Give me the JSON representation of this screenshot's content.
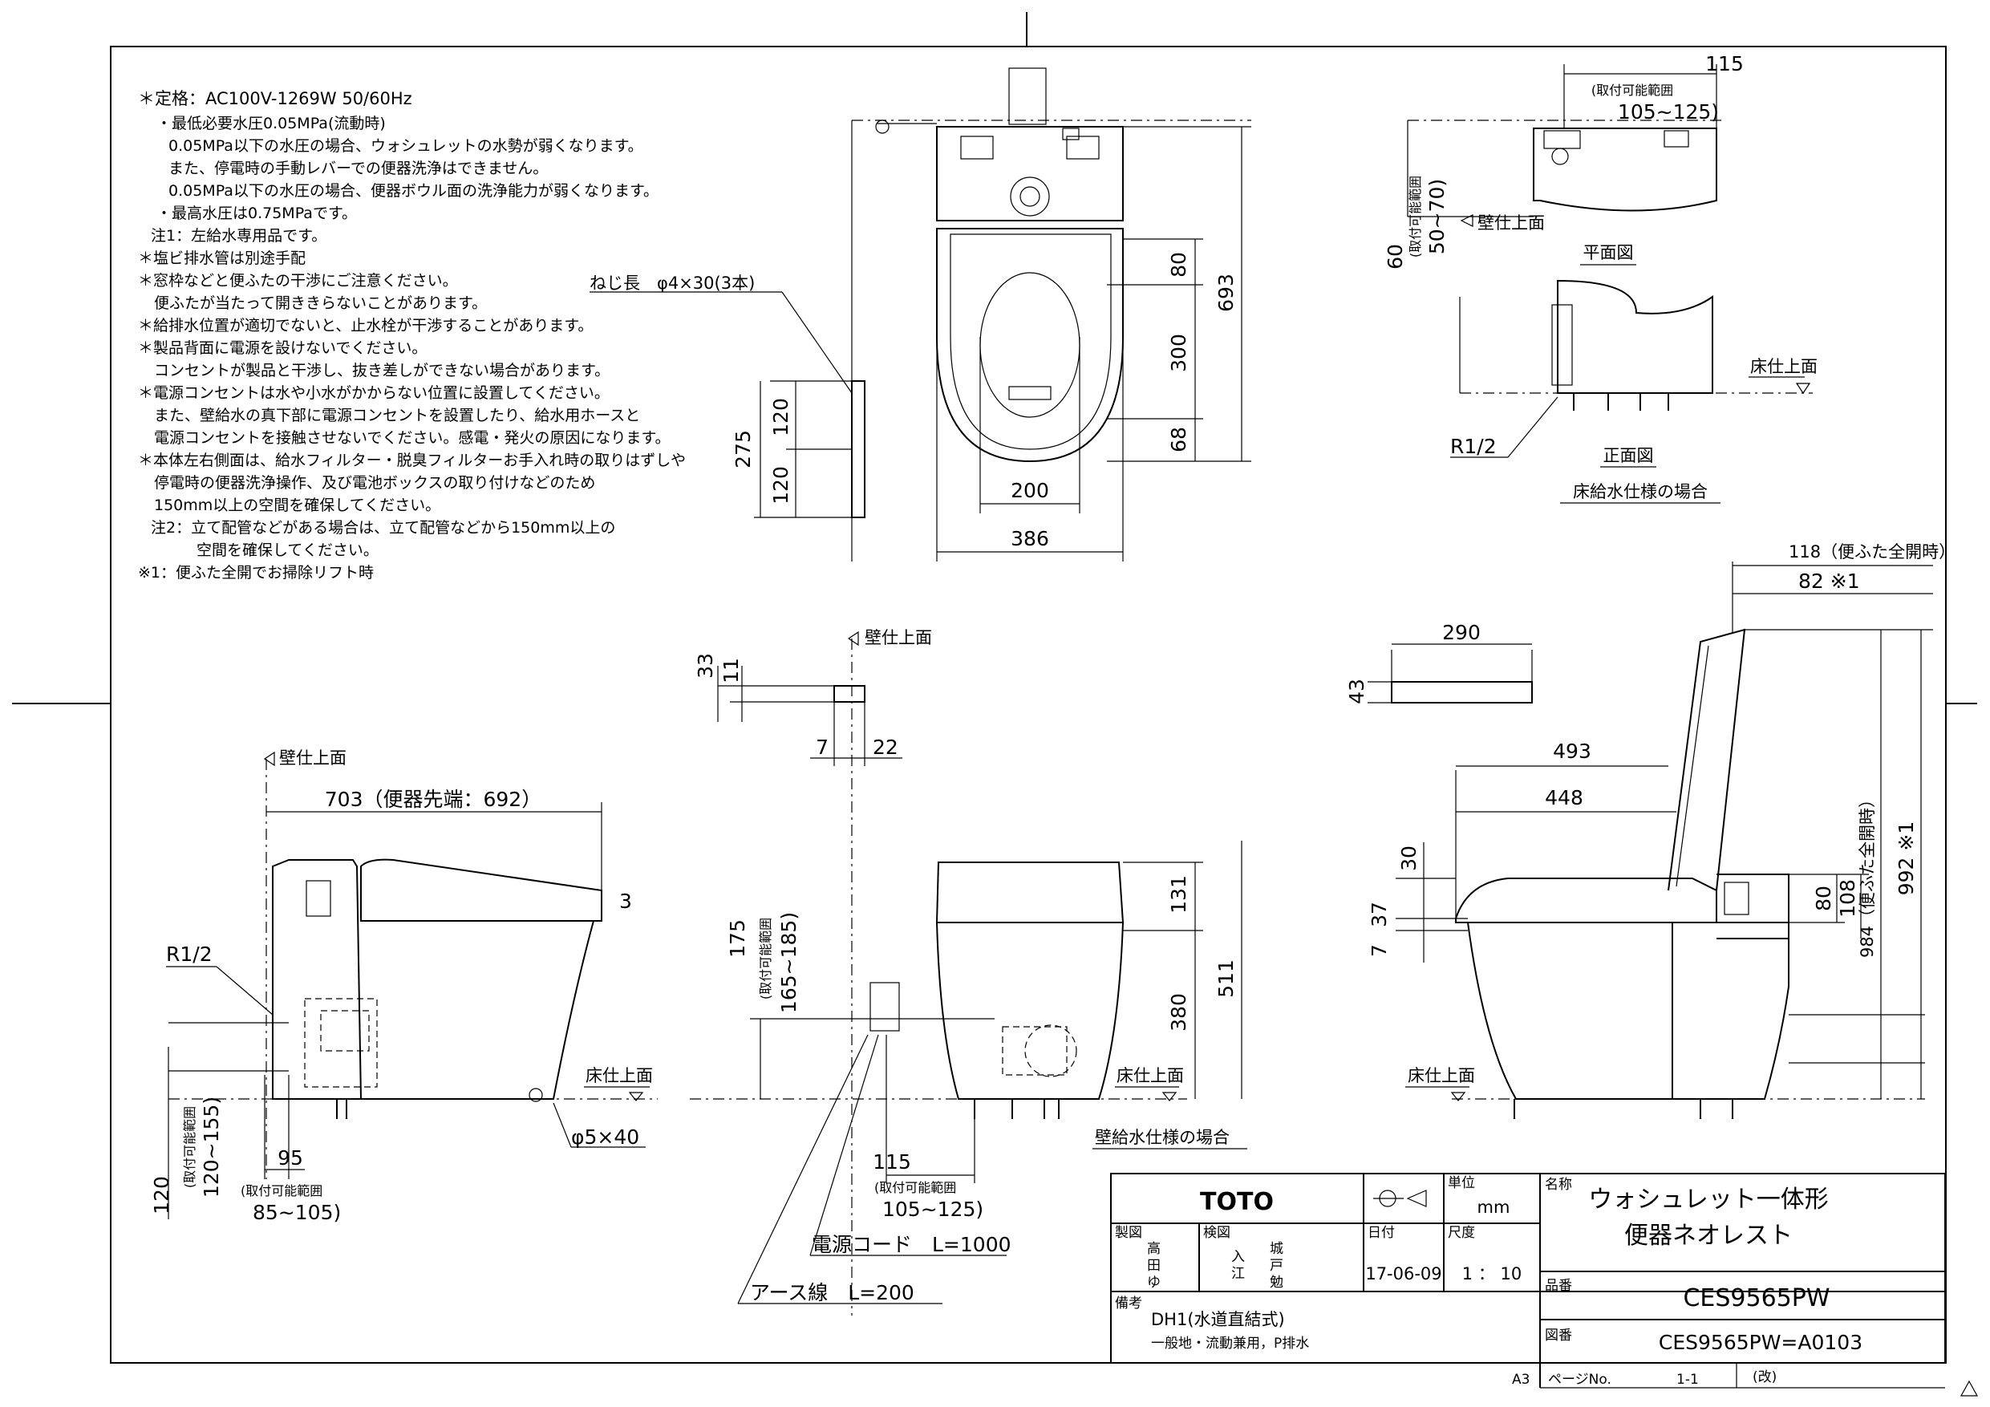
{
  "notes": [
    "＊定格：AC100V-1269W 50/60Hz",
    "・最低必要水圧0.05MPa(流動時)",
    "0.05MPa以下の水圧の場合、ウォシュレットの水勢が弱くなります。",
    "また、停電時の手動レバーでの便器洗浄はできません。",
    "0.05MPa以下の水圧の場合、便器ボウル面の洗浄能力が弱くなります。",
    "・最高水圧は0.75MPaです。",
    "注1：左給水専用品です。",
    "＊塩ビ排水管は別途手配",
    "＊窓枠などと便ふたの干渉にご注意ください。",
    "便ふたが当たって開ききらないことがあります。",
    "＊給排水位置が適切でないと、止水栓が干渉することがあります。",
    "＊製品背面に電源を設けないでください。",
    "コンセントが製品と干渉し、抜き差しができない場合があります。",
    "＊電源コンセントは水や小水がかからない位置に設置してください。",
    "また、壁給水の真下部に電源コンセントを設置したり、給水用ホースと",
    "電源コンセントを接触させないでください。感電・発火の原因になります。",
    "＊本体左右側面は、給水フィルター・脱臭フィルターお手入れ時の取りはずしや",
    "停電時の便器洗浄操作、及び電池ボックスの取り付けなどのため",
    "150mm以上の空間を確保してください。",
    "注2：立て配管などがある場合は、立て配管などから150mm以上の",
    "空間を確保してください。",
    "※1：便ふた全開でお掃除リフト時"
  ],
  "labels": {
    "screw": "ねじ長　φ4×30(3本)",
    "wall_finish": "壁仕上面",
    "floor_finish": "床仕上面",
    "plan_view": "平面図",
    "front_view": "正面図",
    "floor_supply": "床給水仕様の場合",
    "wall_supply": "壁給水仕様の場合",
    "r12": "R1/2",
    "phi5x40": "φ5×40",
    "power_cord": "電源コード　L=1000",
    "earth_wire": "アース線　L=200",
    "mount_range_v": "(取付可能範囲",
    "toilet_tip": "703（便器先端：692）",
    "a3": "A3"
  },
  "dims": {
    "d115_top": "115",
    "range_105_125": "105~125)",
    "d60": "60",
    "range_50_70": "50~70)",
    "d80": "80",
    "d300": "300",
    "d68": "68",
    "d693": "693",
    "d200": "200",
    "d386": "386",
    "d275": "275",
    "d120a": "120",
    "d120b": "120",
    "d33": "33",
    "d11": "11",
    "d7": "7",
    "d22": "22",
    "d131": "131",
    "d511": "511",
    "d380": "380",
    "d175": "175",
    "range_165_185": "165~185)",
    "d115_bot": "115",
    "d3": "3",
    "d95": "95",
    "range_85_105": "85~105)",
    "d120_side": "120",
    "range_120_155": "120~155)",
    "d290": "290",
    "d43": "43",
    "d118": "118（便ふた全開時）",
    "d82": "82 ※1",
    "d493": "493",
    "d448": "448",
    "d30": "30",
    "d37": "37",
    "d7b": "7",
    "d80b": "80",
    "d108": "108",
    "d984": "984（便ふた全開時）",
    "d992": "992 ※1"
  },
  "title_block": {
    "brand": "TOTO",
    "unit_label": "単位",
    "unit": "mm",
    "name_label": "名称",
    "name_line1": "ウォシュレット一体形",
    "name_line2": "便器ネオレスト",
    "drawn_label": "製図",
    "drawn_by_1": "高",
    "drawn_by_2": "田",
    "drawn_by_3": "ゆ",
    "checked_label": "検図",
    "checked_1": "入",
    "checked_2": "江",
    "checked_3": "城",
    "checked_4": "戸",
    "checked_5": "勉",
    "date_label": "日付",
    "date": "17-06-09",
    "scale_label": "尺度",
    "scale": "1 ： 10",
    "part_label": "品番",
    "part_no": "CES9565PW",
    "remarks_label": "備考",
    "remarks_1": "DH1(水道直結式)",
    "remarks_2": "一般地・流動兼用，P排水",
    "drawing_label": "図番",
    "drawing_no": "CES9565PW=A0103",
    "page_label": "ページNo.",
    "page": "1-1",
    "revision": "(改)"
  }
}
